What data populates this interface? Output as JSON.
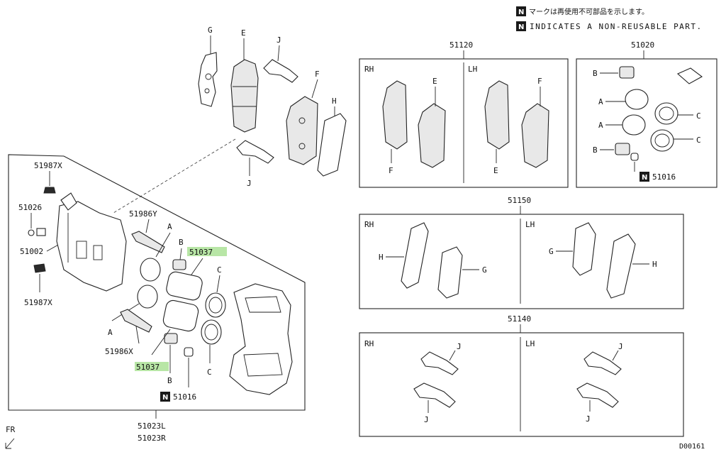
{
  "notes": {
    "jp": "マークは再使用不可部品を示します。",
    "en": "INDICATES A NON-REUSABLE PART.",
    "n_mark": "N"
  },
  "labels": {
    "G": "G",
    "E": "E",
    "J": "J",
    "F": "F",
    "H": "H",
    "A": "A",
    "B": "B",
    "C": "C",
    "RH": "RH",
    "LH": "LH"
  },
  "part_numbers": {
    "p51987X": "51987X",
    "p51026": "51026",
    "p51002": "51002",
    "p51986Y": "51986Y",
    "p51037": "51037",
    "p51986X": "51986X",
    "p51016": "51016",
    "p51023L": "51023L",
    "p51023R": "51023R",
    "p51120": "51120",
    "p51020": "51020",
    "p51150": "51150",
    "p51140": "51140"
  },
  "orientation": "FR",
  "diagram_id": "D00161",
  "colors": {
    "highlight": "#b8e6a6",
    "line": "#222222"
  }
}
